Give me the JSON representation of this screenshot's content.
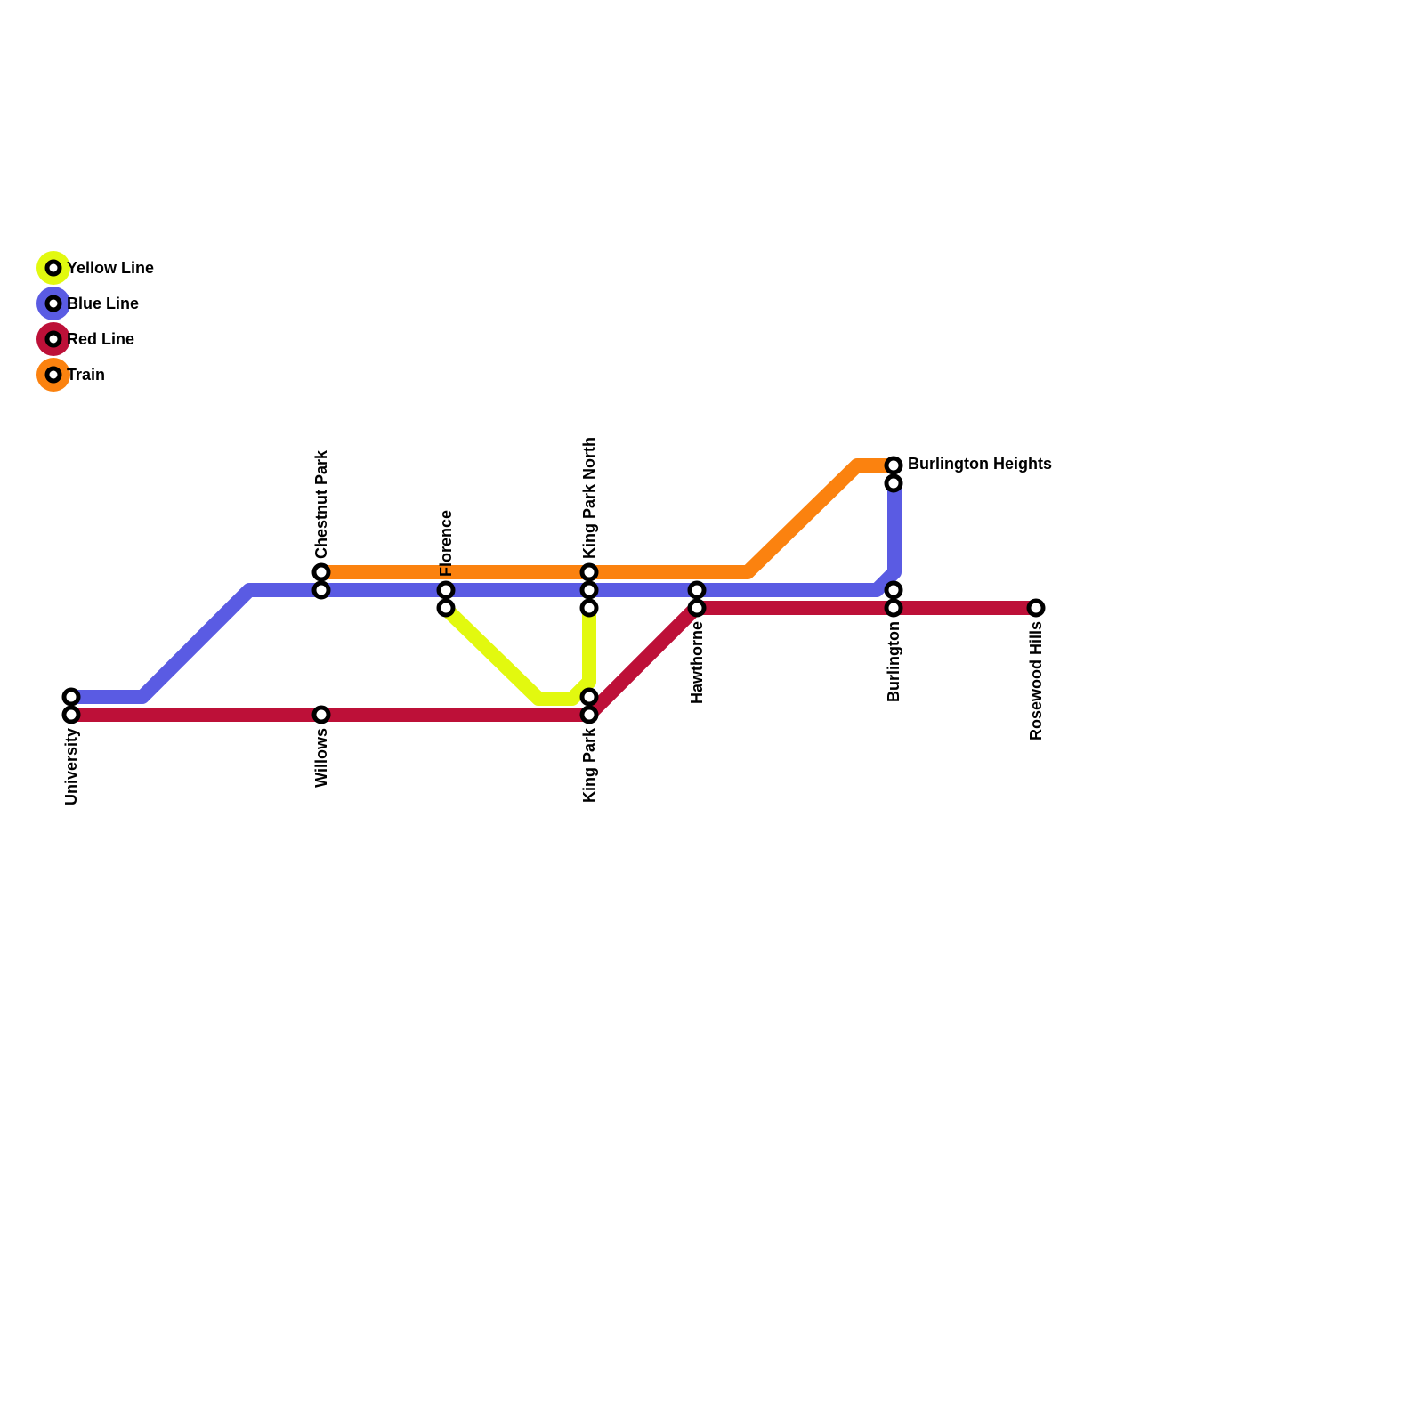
{
  "colors": {
    "yellow": "#e2f90f",
    "blue": "#5a5be3",
    "red": "#bd1038",
    "orange": "#fb820f"
  },
  "legend": [
    {
      "label": "Yellow Line",
      "color": "#e2f90f"
    },
    {
      "label": "Blue Line",
      "color": "#5a5be3"
    },
    {
      "label": "Red Line",
      "color": "#bd1038"
    },
    {
      "label": "Train",
      "color": "#fb820f"
    }
  ],
  "stations": {
    "chestnut_park": "Chestnut Park",
    "florence": "Florence",
    "king_park_north": "King Park North",
    "burlington_heights": "Burlington Heights",
    "hawthorne": "Hawthorne",
    "burlington": "Burlington",
    "rosewood_hills": "Rosewood Hills",
    "university": "University",
    "willows": "Willows",
    "king_park": "King Park"
  }
}
